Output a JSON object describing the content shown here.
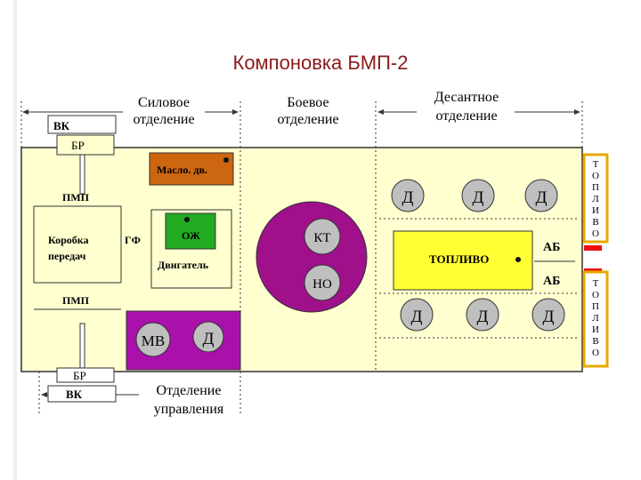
{
  "title": "Компоновка БМП-2",
  "labels": {
    "power_section": [
      "Силовое",
      "отделение"
    ],
    "combat_section": [
      "Боевое",
      "отделение"
    ],
    "troop_section": [
      "Десантное",
      "отделение"
    ],
    "control_section": [
      "Отделение",
      "управления"
    ],
    "vk_top": "ВК",
    "br_top": "БР",
    "pmp_top": "ПМП",
    "gearbox": [
      "Коробка",
      "передач"
    ],
    "gf": "ГФ",
    "pmp_bottom": "ПМП",
    "br_bottom": "БР",
    "vk_bottom": "ВК",
    "oil": "Масло. дв.",
    "coolant": "ОЖ",
    "engine": "Двигатель",
    "kt": "КТ",
    "no": "НО",
    "mv": "МВ",
    "d_driver": "Д",
    "d_troop": "Д",
    "fuel": "ТОПЛИВО",
    "ab_top": "АБ",
    "ab_bottom": "АБ",
    "fuel_vertical": [
      "Т",
      "О",
      "П",
      "Л",
      "И",
      "В",
      "О"
    ]
  },
  "colors": {
    "title": "#8b1a1a",
    "hull_fill": "#ffffd0",
    "oil_fill": "#cc6611",
    "coolant_fill": "#22aa22",
    "turret_fill": "#a0108a",
    "driver_fill": "#aa10aa",
    "fuel_fill": "#ffff33",
    "seat_fill": "#bfbfbf",
    "side_fuel_border": "#e8a800",
    "red_marker": "#ee1111"
  }
}
